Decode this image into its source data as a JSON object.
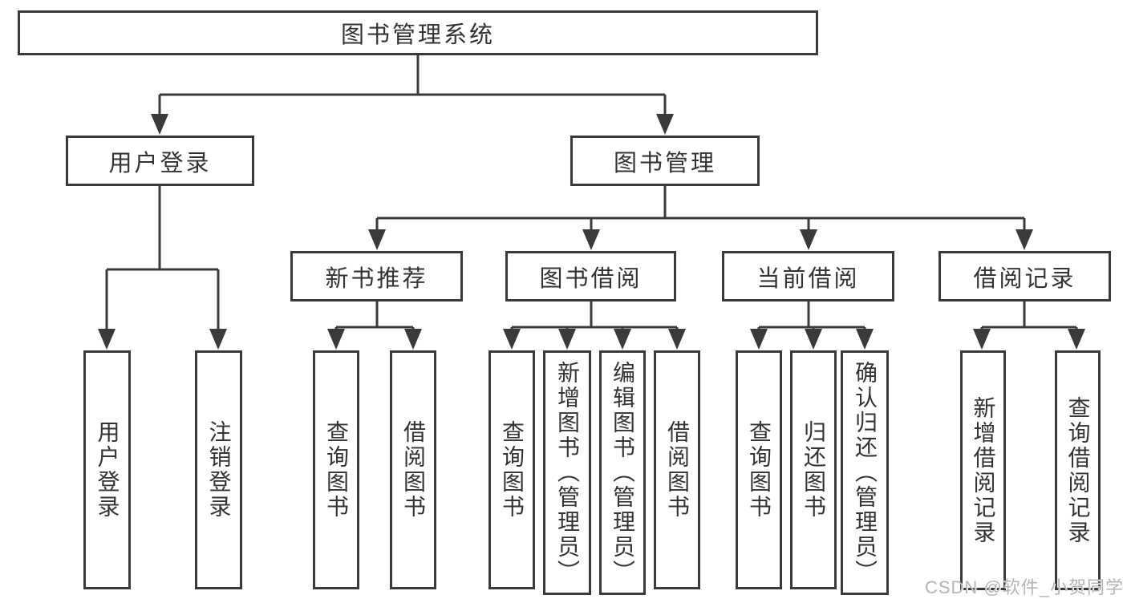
{
  "colors": {
    "background": "#ffffff",
    "line": "#3a3a3a",
    "text": "#333333",
    "watermark": "#b5b5b5"
  },
  "watermark": "CSDN @软件_小贺同学",
  "tree": {
    "root": {
      "label": "图书管理系统",
      "children": [
        {
          "label": "用户登录",
          "children": [
            {
              "label": "用户登录"
            },
            {
              "label": "注销登录"
            }
          ]
        },
        {
          "label": "图书管理",
          "children": [
            {
              "label": "新书推荐",
              "children": [
                {
                  "label": "查询图书"
                },
                {
                  "label": "借阅图书"
                }
              ]
            },
            {
              "label": "图书借阅",
              "children": [
                {
                  "label": "查询图书"
                },
                {
                  "label": "新增图书（管理员）"
                },
                {
                  "label": "编辑图书（管理员）"
                },
                {
                  "label": "借阅图书"
                }
              ]
            },
            {
              "label": "当前借阅",
              "children": [
                {
                  "label": "查询图书"
                },
                {
                  "label": "归还图书"
                },
                {
                  "label": "确认归还（管理员）"
                }
              ]
            },
            {
              "label": "借阅记录",
              "children": [
                {
                  "label": "新增借阅记录"
                },
                {
                  "label": "查询借阅记录"
                }
              ]
            }
          ]
        }
      ]
    }
  }
}
